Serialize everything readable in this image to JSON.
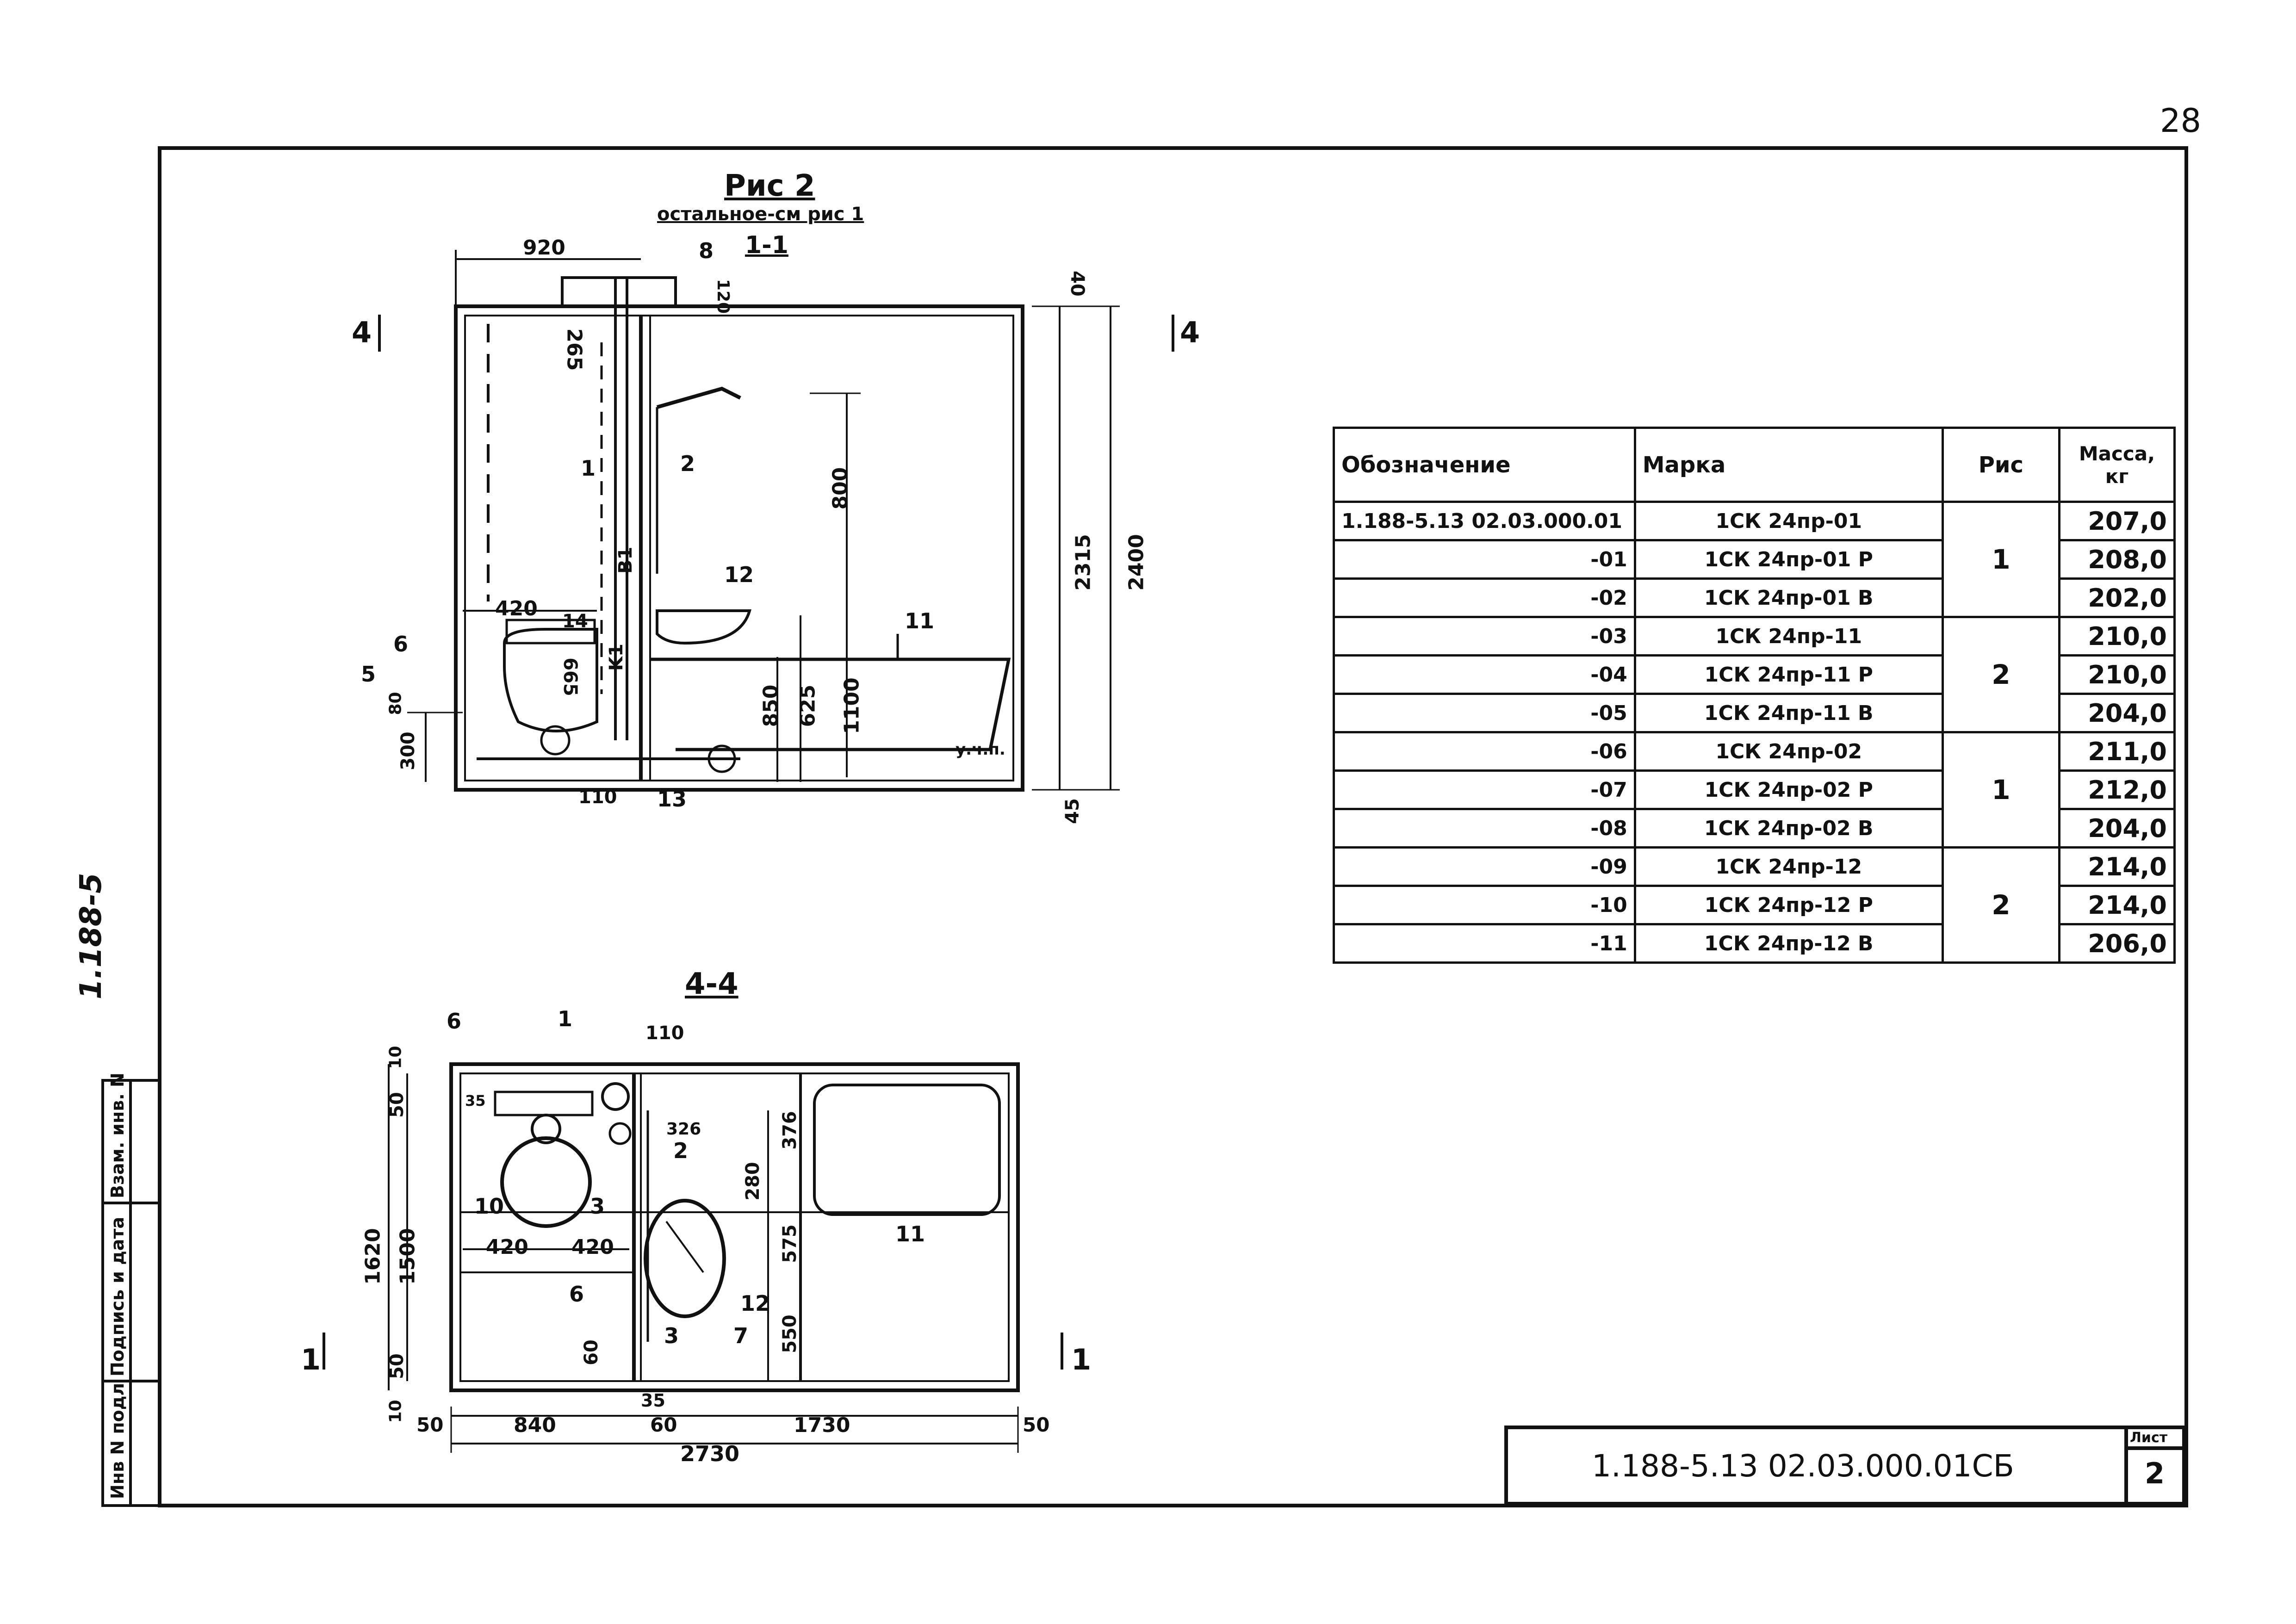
{
  "sheet_number_top": "28",
  "left_margin_code": "1.188-5",
  "side_stamp": [
    "Инв N подл",
    "Подпись и дата",
    "Взам. инв. N"
  ],
  "figure": {
    "title": "Рис 2",
    "subtitle": "остальное-см рис 1",
    "section_1_1": "1-1",
    "section_4_4": "4-4",
    "cut_marks": [
      "4",
      "4",
      "1",
      "1"
    ],
    "dims_section_1_1": {
      "width_top": "920",
      "d120": "120",
      "d40": "40",
      "d265": "265",
      "d800": "800",
      "d2315": "2315",
      "d2400": "2400",
      "d420": "420",
      "d665": "665",
      "d850": "850",
      "d625": "625",
      "d1100": "1100",
      "d300": "300",
      "d80": "80",
      "d110": "110",
      "d45": "45",
      "floor_label": "у.ч.п."
    },
    "callouts_1_1": [
      "8",
      "1",
      "2",
      "12",
      "11",
      "14",
      "6",
      "5",
      "13"
    ],
    "pipe_labels": [
      "B1",
      "K1"
    ],
    "dims_section_4_4": {
      "d10": "10",
      "d50": "50",
      "d1620": "1620",
      "d1500": "1500",
      "d50b": "50",
      "d10b": "10",
      "d110": "110",
      "d35": "35",
      "d326": "326",
      "d376": "376",
      "d280": "280",
      "d575": "575",
      "d550": "550",
      "d420a": "420",
      "d420b": "420",
      "d60": "60",
      "d35b": "35",
      "bottom_50a": "50",
      "bottom_840": "840",
      "bottom_60": "60",
      "bottom_1730": "1730",
      "bottom_50b": "50",
      "total_2730": "2730"
    },
    "callouts_4_4": [
      "6",
      "1",
      "10",
      "3",
      "2",
      "11",
      "6",
      "12",
      "7",
      "3"
    ]
  },
  "table": {
    "headers": [
      "Обозначение",
      "Марка",
      "Рис",
      "Масса, кг"
    ],
    "rows": [
      {
        "designation": "1.188-5.13  02.03.000.01",
        "mark": "1СК 24пр-01",
        "mass": "207,0"
      },
      {
        "designation": "-01",
        "mark": "1СК 24пр-01 Р",
        "mass": "208,0"
      },
      {
        "designation": "-02",
        "mark": "1СК 24пр-01 В",
        "mass": "202,0"
      },
      {
        "designation": "-03",
        "mark": "1СК 24пр-11",
        "mass": "210,0"
      },
      {
        "designation": "-04",
        "mark": "1СК 24пр-11 Р",
        "mass": "210,0"
      },
      {
        "designation": "-05",
        "mark": "1СК 24пр-11 В",
        "mass": "204,0"
      },
      {
        "designation": "-06",
        "mark": "1СК 24пр-02",
        "mass": "211,0"
      },
      {
        "designation": "-07",
        "mark": "1СК 24пр-02 Р",
        "mass": "212,0"
      },
      {
        "designation": "-08",
        "mark": "1СК 24пр-02 В",
        "mass": "204,0"
      },
      {
        "designation": "-09",
        "mark": "1СК 24пр-12",
        "mass": "214,0"
      },
      {
        "designation": "-10",
        "mark": "1СК 24пр-12 Р",
        "mass": "214,0"
      },
      {
        "designation": "-11",
        "mark": "1СК 24пр-12 В",
        "mass": "206,0"
      }
    ],
    "fig_groups": [
      "1",
      "2",
      "1",
      "2"
    ]
  },
  "title_block": {
    "code": "1.188-5.13  02.03.000.01СБ",
    "sheet_label": "Лист",
    "sheet_number": "2"
  }
}
